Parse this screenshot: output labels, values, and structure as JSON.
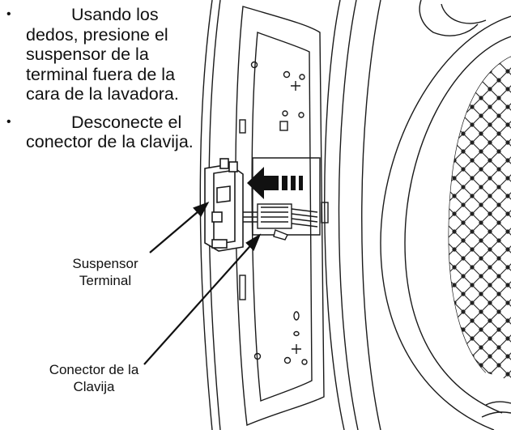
{
  "instructions": {
    "steps": [
      {
        "bullet": "•",
        "text": "Usando los dedos, presione el suspensor de la terminal fuera de la cara de la lavadora."
      },
      {
        "bullet": "•",
        "text": "Desconecte el conector de la clavija."
      }
    ]
  },
  "labels": {
    "suspensor_line1": "Suspensor",
    "suspensor_line2": "Terminal",
    "conector_line1": "Conector de la",
    "conector_line2": "Clavija"
  },
  "colors": {
    "line": "#1a1a1a",
    "background": "#ffffff"
  }
}
